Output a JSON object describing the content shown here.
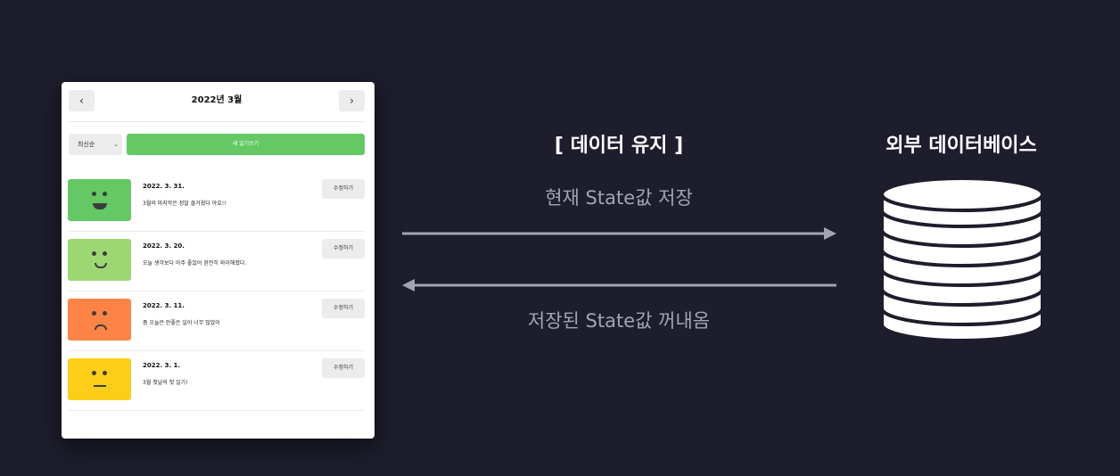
{
  "app": {
    "title": "2022년 3월",
    "prev_label": "‹",
    "next_label": "›",
    "sort_select": "최신순",
    "new_diary_label": "새 일기쓰기",
    "edit_label": "수정하기",
    "items": [
      {
        "date": "2022. 3. 31.",
        "content": "3월의 마지막은 정말 즐거웠다 야호!!",
        "emotion": "very-happy",
        "color": "#64c964"
      },
      {
        "date": "2022. 3. 20.",
        "content": "오늘 생각보다 아주 좋았어 완전히 와이해졌다.",
        "emotion": "happy",
        "color": "#9dd772"
      },
      {
        "date": "2022. 3. 11.",
        "content": "좀 오늘은 안좋은 일이 너무 많았어",
        "emotion": "bad",
        "color": "#fd8446"
      },
      {
        "date": "2022. 3. 1.",
        "content": "3월 첫날의 첫 일기!",
        "emotion": "normal",
        "color": "#fdce17"
      }
    ]
  },
  "diagram": {
    "section_title": "[ 데이터 유지 ]",
    "save_label": "현재 State값 저장",
    "load_label": "저장된 State값 꺼내옴",
    "database_label": "외부 데이터베이스",
    "arrow_color": "#a3a3b1"
  }
}
